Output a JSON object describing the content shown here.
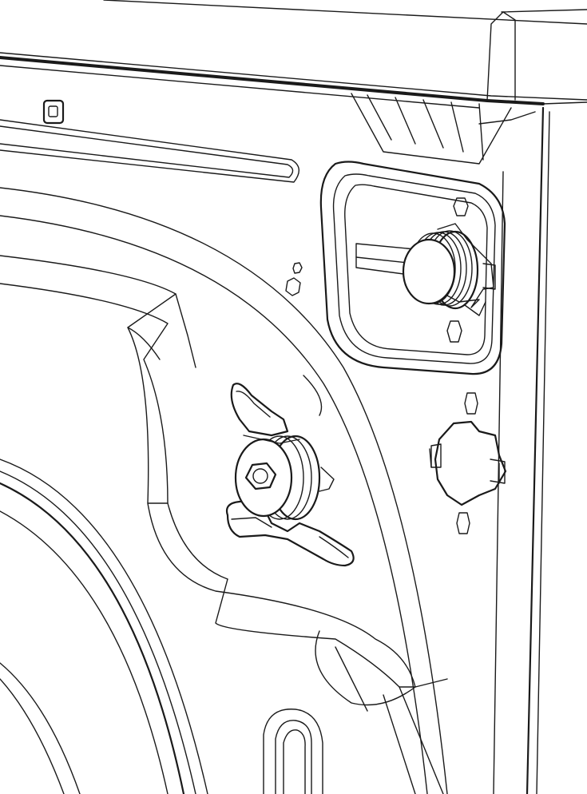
{
  "drawing": {
    "line_color": "#1a1a1a",
    "background": "#ffffff",
    "parts": {
      "top_panel": "top-panel",
      "side_panel": "side-panel",
      "back_panel": "back-panel",
      "drum_housing": "drum-housing",
      "inlet_valve_recess": "inlet-valve-recess",
      "water_inlet_connector": "water-inlet-connector",
      "drain_plug": "drain-plug",
      "transit_bolt": "transit-bolt",
      "slot_vent": "slot-vent"
    }
  }
}
